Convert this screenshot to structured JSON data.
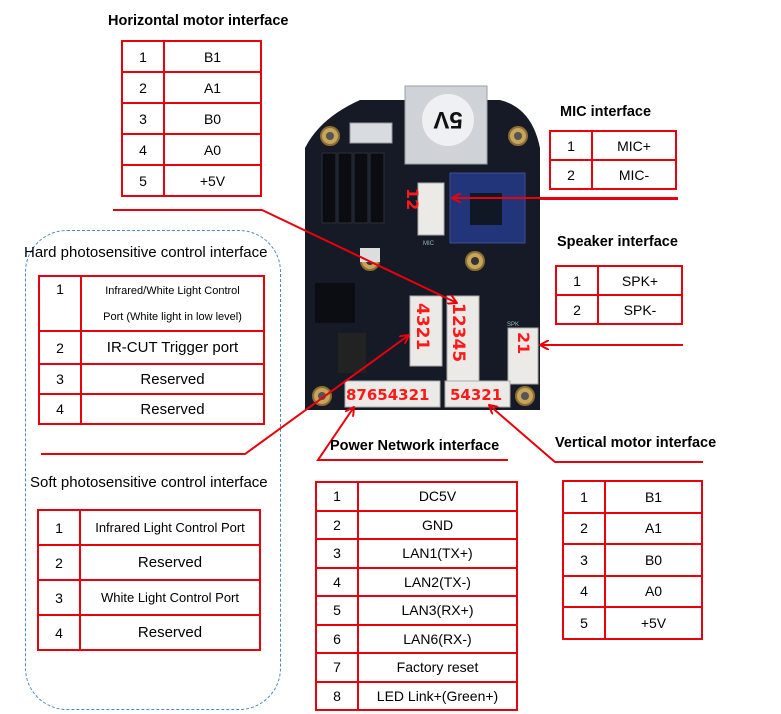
{
  "board": {
    "sd_label": "5V",
    "mic_connector_label": "12",
    "motor_connector_label": "12345",
    "photo_connector_label": "4321",
    "speaker_connector_label": "21",
    "power_connector_label": "87654321",
    "vmotor_connector_label": "54321",
    "silkscreen_mic": "MIC",
    "silkscreen_spk": "SPK"
  },
  "colors": {
    "accent": "#e8000b",
    "pcb": "#151a26",
    "dash": "#4a86c8"
  },
  "horizontal_motor": {
    "title": "Horizontal motor interface",
    "rows": [
      {
        "pin": "1",
        "signal": "B1"
      },
      {
        "pin": "2",
        "signal": "A1"
      },
      {
        "pin": "3",
        "signal": "B0"
      },
      {
        "pin": "4",
        "signal": "A0"
      },
      {
        "pin": "5",
        "signal": "+5V"
      }
    ]
  },
  "mic": {
    "title": "MIC interface",
    "rows": [
      {
        "pin": "1",
        "signal": "MIC+"
      },
      {
        "pin": "2",
        "signal": "MIC-"
      }
    ]
  },
  "speaker": {
    "title": "Speaker interface",
    "rows": [
      {
        "pin": "1",
        "signal": "SPK+"
      },
      {
        "pin": "2",
        "signal": "SPK-"
      }
    ]
  },
  "hard_photo": {
    "title": "Hard photosensitive control interface",
    "rows": [
      {
        "pin": "1",
        "signal": "Infrared/White Light Control",
        "signal2": "Port (White light in low level)"
      },
      {
        "pin": "2",
        "signal": "IR-CUT Trigger port"
      },
      {
        "pin": "3",
        "signal": "Reserved"
      },
      {
        "pin": "4",
        "signal": "Reserved"
      }
    ]
  },
  "soft_photo": {
    "title": "Soft photosensitive control interface",
    "rows": [
      {
        "pin": "1",
        "signal": "Infrared Light Control Port"
      },
      {
        "pin": "2",
        "signal": "Reserved"
      },
      {
        "pin": "3",
        "signal": "White Light Control Port"
      },
      {
        "pin": "4",
        "signal": "Reserved"
      }
    ]
  },
  "power_network": {
    "title": "Power Network interface",
    "rows": [
      {
        "pin": "1",
        "signal": "DC5V"
      },
      {
        "pin": "2",
        "signal": "GND"
      },
      {
        "pin": "3",
        "signal": "LAN1(TX+)"
      },
      {
        "pin": "4",
        "signal": "LAN2(TX-)"
      },
      {
        "pin": "5",
        "signal": "LAN3(RX+)"
      },
      {
        "pin": "6",
        "signal": "LAN6(RX-)"
      },
      {
        "pin": "7",
        "signal": "Factory reset"
      },
      {
        "pin": "8",
        "signal": "LED Link+(Green+)"
      }
    ]
  },
  "vertical_motor": {
    "title": "Vertical motor interface",
    "rows": [
      {
        "pin": "1",
        "signal": "B1"
      },
      {
        "pin": "2",
        "signal": "A1"
      },
      {
        "pin": "3",
        "signal": "B0"
      },
      {
        "pin": "4",
        "signal": "A0"
      },
      {
        "pin": "5",
        "signal": "+5V"
      }
    ]
  }
}
